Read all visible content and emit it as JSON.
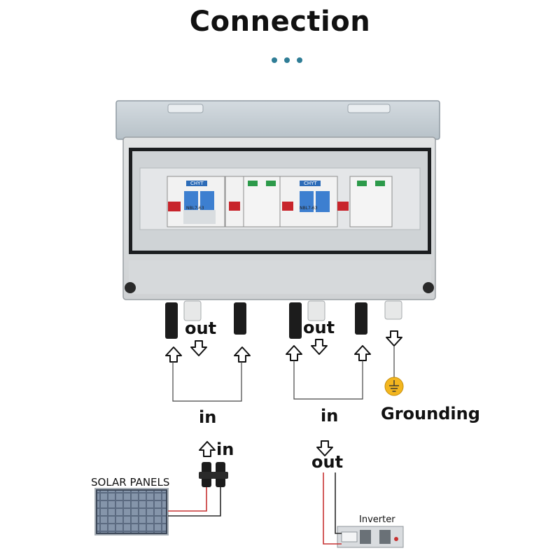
{
  "title": "Connection",
  "labels": {
    "out_left": "out",
    "out_right": "out",
    "in_left": "in",
    "in_right": "in",
    "in_panel": "in",
    "out_inverter": "out",
    "grounding": "Grounding",
    "solar_panels": "SOLAR PANELS",
    "inverter": "Inverter"
  },
  "breakers": {
    "brand": "CHYT",
    "model": "NBL7-63"
  },
  "colors": {
    "accent_dots": "#2f7d96",
    "breaker_blue": "#3d7fd0",
    "ground_yellow": "#f3b61f",
    "wire_red": "#c73232",
    "text": "#111111"
  }
}
